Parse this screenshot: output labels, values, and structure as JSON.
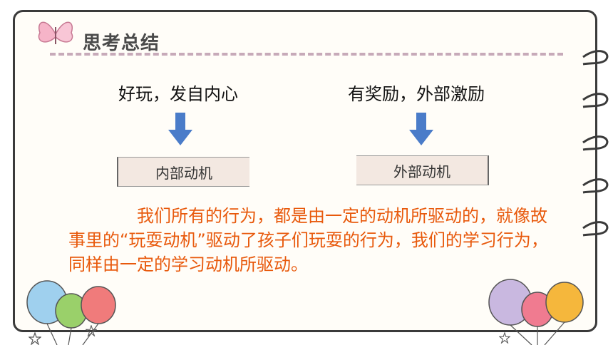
{
  "heading": {
    "title": "思考总结"
  },
  "left": {
    "phrase": "好玩，发自内心",
    "tag": "内部动机"
  },
  "right": {
    "phrase": "有奖励，外部激励",
    "tag": "外部动机"
  },
  "paragraph": "我们所有的行为，都是由一定的动机所驱动的，就像故事里的“玩耍动机”驱动了孩子们玩耍的行为，我们的学习行为，同样由一定的学习动机所驱动。",
  "colors": {
    "accent_text": "#e8590c",
    "arrow": "#4a7cc9",
    "tag_fill": "#f3e8e1",
    "dash": "#c7aab9"
  },
  "icons": [
    "butterfly-icon",
    "down-arrow-icon",
    "balloon-icon",
    "star-icon",
    "notebook-ring-icon"
  ]
}
